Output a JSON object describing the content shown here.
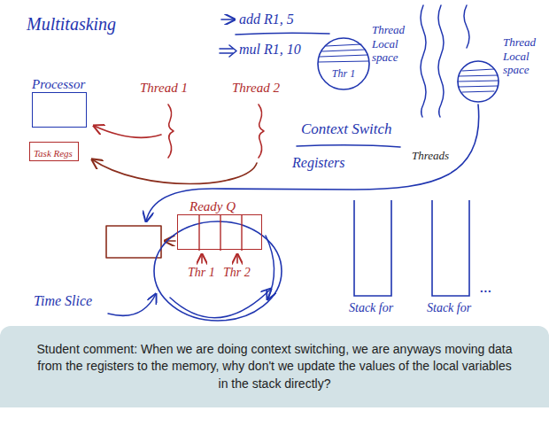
{
  "diagram": {
    "title": "Multitasking",
    "nodes": [
      {
        "text": [
          "Thread Local space",
          "Thr 1"
        ]
      },
      {
        "text": [
          "Thread Local space"
        ]
      },
      {
        "text": [
          "Processor"
        ]
      },
      {
        "text": [
          "Task Regs"
        ]
      },
      {
        "text": [
          "Ready Q"
        ]
      },
      {
        "text": [
          "Stack for"
        ]
      },
      {
        "text": [
          "Stack for"
        ]
      },
      {
        "text": [
          "Student comment: When we are doing context switching, we are anyways moving data from the registers to the memory, why don't we update the values of the local variables in the stack directly?"
        ]
      }
    ],
    "labels": [
      "add R1, 5",
      "mul R1, 10",
      "Thread 1",
      "Thread 2",
      "Context Switch",
      "Registers",
      "Threads",
      "Thr 1",
      "Thr 2",
      "Time Slice",
      "..."
    ]
  }
}
